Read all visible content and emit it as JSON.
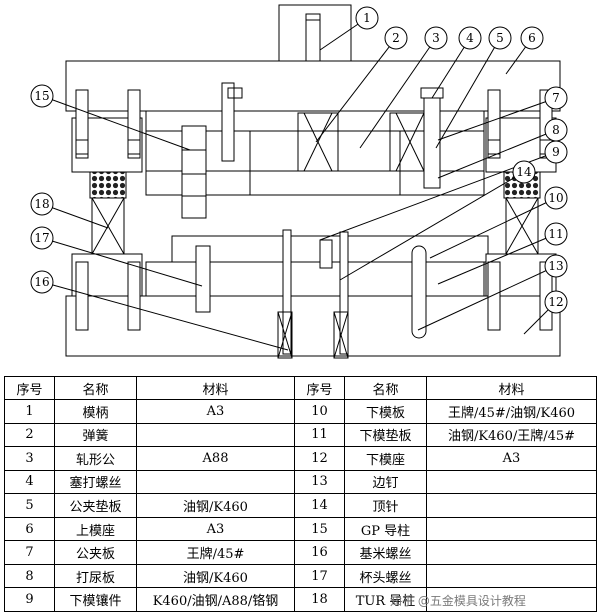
{
  "callouts": [
    "1",
    "2",
    "3",
    "4",
    "5",
    "6",
    "7",
    "8",
    "9",
    "10",
    "11",
    "12",
    "13",
    "14",
    "15",
    "16",
    "17",
    "18"
  ],
  "table": {
    "headers": [
      "序号",
      "名称",
      "材料",
      "序号",
      "名称",
      "材料"
    ],
    "rows": [
      [
        "1",
        "模柄",
        "A3",
        "10",
        "下模板",
        "王牌/45#/油钢/K460"
      ],
      [
        "2",
        "弹簧",
        "",
        "11",
        "下模垫板",
        "油钢/K460/王牌/45#"
      ],
      [
        "3",
        "轧形公",
        "A88",
        "12",
        "下模座",
        "A3"
      ],
      [
        "4",
        "塞打螺丝",
        "",
        "13",
        "边钉",
        ""
      ],
      [
        "5",
        "公夹垫板",
        "油钢/K460",
        "14",
        "顶针",
        ""
      ],
      [
        "6",
        "上模座",
        "A3",
        "15",
        "GP 导柱",
        ""
      ],
      [
        "7",
        "公夹板",
        "王牌/45#",
        "16",
        "基米螺丝",
        ""
      ],
      [
        "8",
        "打尿板",
        "油钢/K460",
        "17",
        "杯头螺丝",
        ""
      ],
      [
        "9",
        "下模镶件",
        "K460/油钢/A88/铬钢",
        "18",
        "TUR 导柱",
        ""
      ]
    ]
  },
  "watermark": "知乎 @五金模具设计教程"
}
